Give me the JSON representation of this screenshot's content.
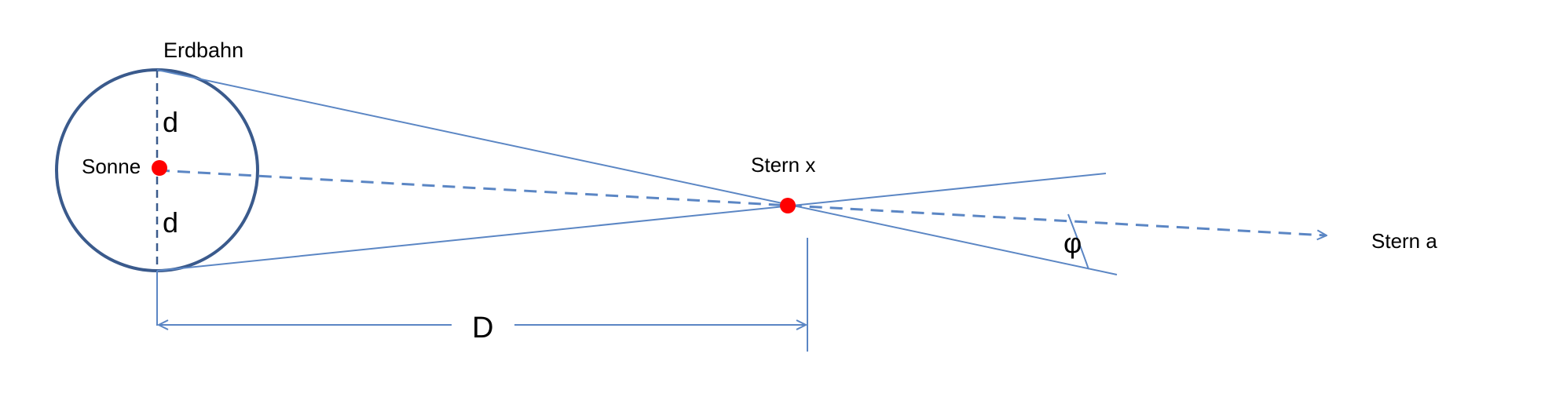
{
  "labels": {
    "orbit": "Erdbahn",
    "sun": "Sonne",
    "d_upper": "d",
    "d_lower": "d",
    "star_x": "Stern x",
    "star_a": "Stern a",
    "angle": "φ",
    "distance": "D"
  },
  "colors": {
    "orbit_stroke": "#3a5a8c",
    "line": "#5b86c4",
    "dot": "#ff0000",
    "text": "#000000"
  }
}
